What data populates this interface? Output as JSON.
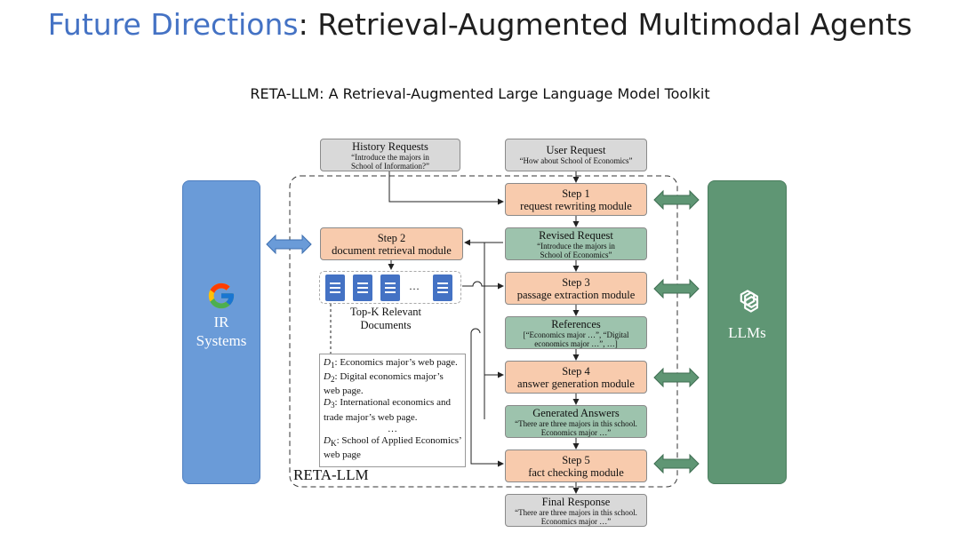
{
  "title": {
    "accent": "Future Directions",
    "rest": ": Retrieval-Augmented Multimodal Agents"
  },
  "subtitle": "RETA-LLM: A Retrieval-Augmented Large Language Model Toolkit",
  "diagram": {
    "frame_label": "RETA-LLM",
    "history": {
      "title": "History Requests",
      "text": "“Introduce the majors in School of Information?”"
    },
    "user_request": {
      "title": "User Request",
      "text": "“How about School of Economics”"
    },
    "step1": {
      "title": "Step 1",
      "subtitle": "request rewriting module"
    },
    "revised": {
      "title": "Revised Request",
      "text": "“Introduce the majors in School of Economics”"
    },
    "step2": {
      "title": "Step 2",
      "subtitle": "document retrieval module"
    },
    "step3": {
      "title": "Step 3",
      "subtitle": "passage extraction module"
    },
    "references": {
      "title": "References",
      "text": "[“Economics major …”, “Digital economics major …”, …]"
    },
    "step4": {
      "title": "Step 4",
      "subtitle": "answer generation module"
    },
    "generated": {
      "title": "Generated Answers",
      "text": "“There are three majors in this school. Economics major …”"
    },
    "step5": {
      "title": "Step 5",
      "subtitle": "fact checking module"
    },
    "final": {
      "title": "Final Response",
      "text": "“There are three majors in this school. Economics major …”"
    },
    "topk": {
      "label": "Top-K Relevant Documents",
      "ellipsis": "…"
    },
    "doc_list": {
      "d1_label": "D",
      "d1_sub": "1",
      "d1_text": ": Economics major’s web page.",
      "d2_label": "D",
      "d2_sub": "2",
      "d2_text": ": Digital economics major’s web page.",
      "d3_label": "D",
      "d3_sub": "3",
      "d3_text": ": International economics and trade major’s web page.",
      "ellipsis": "…",
      "dk_label": "D",
      "dk_sub": "K",
      "dk_text": ": School of Applied Economics’ web page"
    },
    "ir": {
      "line1": "IR",
      "line2": "Systems",
      "icon": "google-icon"
    },
    "llm": {
      "label": "LLMs",
      "icon": "openai-icon"
    }
  },
  "colors": {
    "title_accent": "#4472c4",
    "ir_panel": "#6a9bd8",
    "llm_panel": "#5f9674",
    "orange_box": "#f8cbad",
    "green_box": "#9dc3ad",
    "gray_box": "#d9d9d9",
    "doc_icon": "#4472c4",
    "arrow_green": "#5f9674",
    "arrow_blue": "#6a9bd8"
  }
}
